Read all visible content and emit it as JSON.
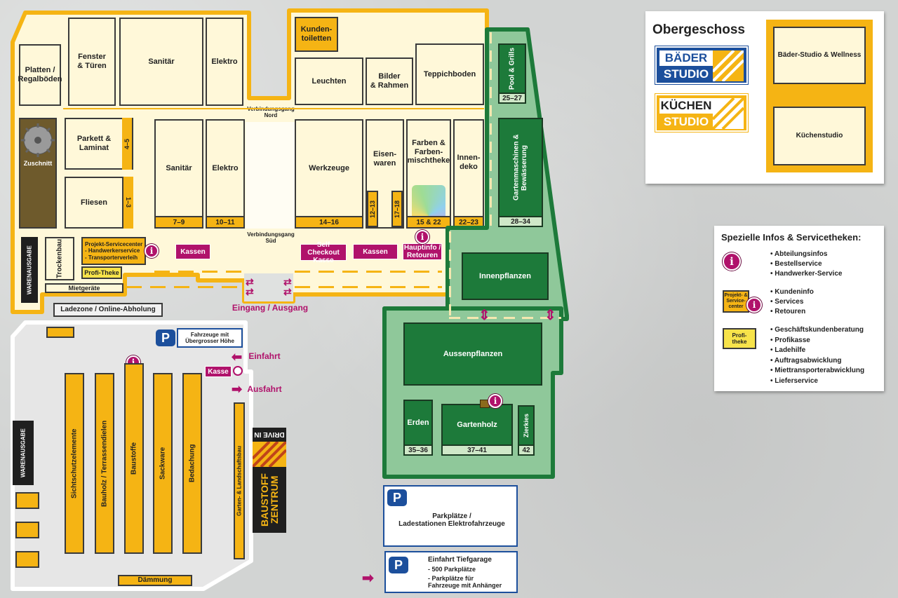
{
  "store": {
    "rooms": {
      "platten": "Platten /\nRegalböden",
      "fenster": "Fenster\n& Türen",
      "sanitaer_n": "Sanitär",
      "elektro_n": "Elektro",
      "kundentoiletten": "Kunden-\ntoiletten",
      "leuchten": "Leuchten",
      "bilder": "Bilder\n& Rahmen",
      "teppichboden": "Teppichboden",
      "zuschnitt": "Zuschnitt",
      "parkett": "Parkett &\nLaminat",
      "fliesen": "Fliesen",
      "sanitaer_s": "Sanitär",
      "elektro_s": "Elektro",
      "werkzeuge": "Werkzeuge",
      "eisenwaren": "Eisen-\nwaren",
      "farben": "Farben &\nFarben-\nmischtheke",
      "innendeko": "Innen-\ndeko",
      "trockenbau": "Trockenbau",
      "mietgeraete": "Mietgeräte",
      "warenausgabe": "WARENAUSGABE",
      "verbindungsgang_nord": "Verbindungsgang\nNord",
      "verbindungsgang_sued": "Verbindungsgang\nSüd",
      "projekt_service": "Projekt-Servicecenter\n- Handwerkerservice\n- Transporterverleih",
      "profi_theke": "Profi-Theke",
      "kassen_1": "Kassen",
      "self_checkout": "Self Checkout\nKasse",
      "kassen_2": "Kassen",
      "hauptinfo": "Hauptinfo /\nRetouren",
      "ladezone": "Ladezone / Online-Abholung",
      "eingang": "Eingang / Ausgang"
    },
    "numbers": {
      "parkett": "4–5",
      "fliesen": "1–3",
      "sanitaer": "7–9",
      "elektro": "10–11",
      "werkzeuge": "14–16",
      "eisen_a": "12–13",
      "eisen_b": "17–18",
      "farben": "15 & 22",
      "innendeko": "22–23"
    }
  },
  "garden": {
    "pool": "Pool & Grills",
    "pool_num": "25–27",
    "gartenmaschinen": "Gartenmaschinen &\nBewässerung",
    "gartenmaschinen_num": "28–34",
    "innenpflanzen": "Innenpflanzen",
    "aussenpflanzen": "Aussenpflanzen",
    "erden": "Erden",
    "erden_num": "35–36",
    "gartenholz": "Gartenholz",
    "gartenholz_num": "37–41",
    "zierkies": "Zierkies",
    "zierkies_num": "42"
  },
  "baustoff": {
    "parking_high": "Fahrzeuge mit\nÜbergrosser Höhe",
    "einfahrt": "Einfahrt",
    "ausfahrt": "Ausfahrt",
    "kasse": "Kasse",
    "aisles": [
      "Sichtschutzelemente",
      "Bauholz / Terrassendielen",
      "Baustoffe",
      "Sackware",
      "Bedachung"
    ],
    "garten_landschaftsbau": "Garten- & Landschaftsbau",
    "daemmung": "Dämmung",
    "warenausgabe": "WARENAUSGABE",
    "drive_in": "DRIVE IN",
    "baustoff_zentrum": "BAUSTOFF\nZENTRUM"
  },
  "parking": {
    "p_symbol": "P",
    "lot1": "Parkplätze /\nLadestationen Elektrofahrzeuge",
    "lot2_title": "Einfahrt Tiefgarage",
    "lot2_line1": "- 500 Parkplätze",
    "lot2_line2": "- Parkplätze für\n  Fahrzeuge mit Anhänger"
  },
  "upper_floor": {
    "title": "Obergeschoss",
    "baeder_logo_line1": "BÄDER",
    "baeder_logo_line2": "STUDIO",
    "kuechen_logo_line1": "KÜCHEN",
    "kuechen_logo_line2": "STUDIO",
    "room1": "Bäder-Studio & Wellness",
    "room2": "Küchenstudio"
  },
  "legend": {
    "title": "Spezielle Infos & Servicetheken:",
    "group1": [
      "Abteilungsinfos",
      "Bestellservice",
      "Handwerker-Service"
    ],
    "group2_badge": "Projekt- &\nService-\ncenter",
    "group2": [
      "Kundeninfo",
      "Services",
      "Retouren"
    ],
    "group3_badge": "Profi-\ntheke",
    "group3": [
      "Geschäftskundenberatung",
      "Profikasse",
      "Ladehilfe",
      "Auftragsabwicklung",
      "Miettransporterabwicklung",
      "Lieferservice"
    ]
  },
  "icons": {
    "info_glyph": "i"
  },
  "colors": {
    "accent_yellow": "#f5b414",
    "store_floor": "#fff8d9",
    "garden_green": "#1d7a3a",
    "garden_light": "#8fc89a",
    "magenta": "#b0126b",
    "parking_blue": "#1c4f9c"
  }
}
